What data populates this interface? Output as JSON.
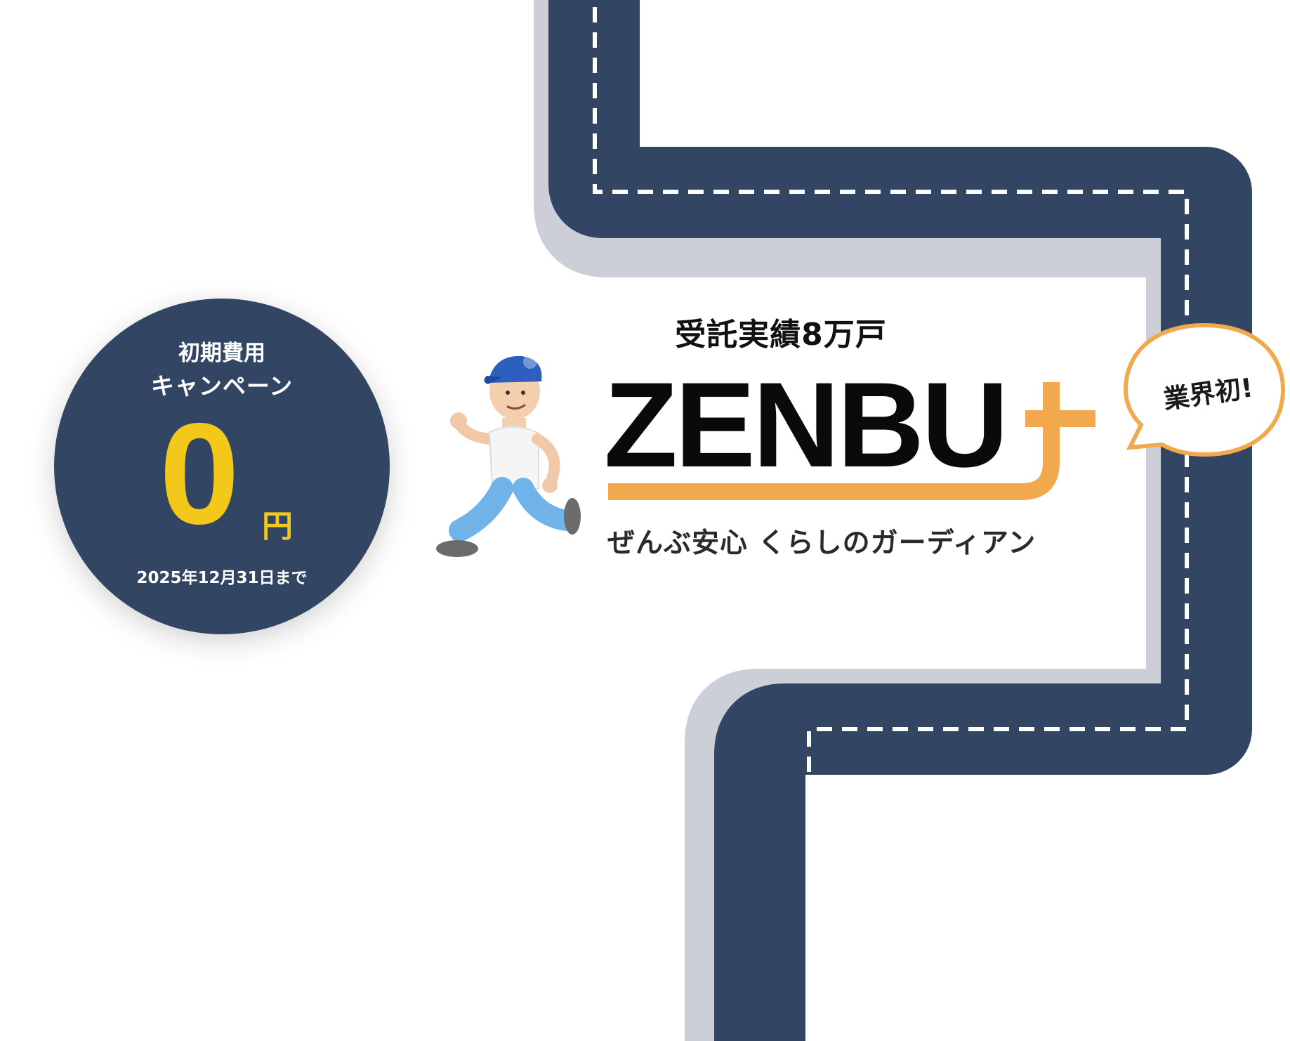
{
  "campaign": {
    "line1": "初期費用",
    "line2": "キャンペーン",
    "amount": "0",
    "currency": "円",
    "deadline": "2025年12月31日まで"
  },
  "brand": {
    "tagline": "受託実績8万戸",
    "logo": "ZENBU",
    "subtitle": "ぜんぶ安心 くらしのガーディアン"
  },
  "badge": {
    "text": "業界初!"
  },
  "colors": {
    "navy": "#324562",
    "road": "#324562",
    "road_edge": "#CDCFD8",
    "accent_orange": "#F2A94E",
    "price_yellow": "#F2C81A"
  },
  "icons": {
    "runner": "running-man-illustration",
    "plus": "plus-icon"
  }
}
